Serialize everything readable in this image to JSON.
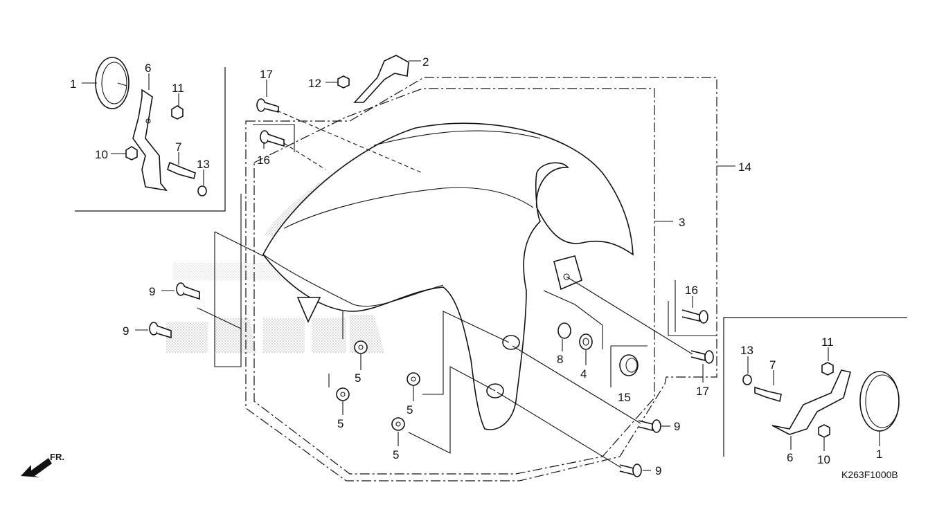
{
  "diagram": {
    "drawing_code": "K263F1000B",
    "direction_label": "FR.",
    "callouts": {
      "c1_left": "1",
      "c6_left": "6",
      "c11_left": "11",
      "c10_left": "10",
      "c7_left": "7",
      "c13_left": "13",
      "c17_top": "17",
      "c16_top": "16",
      "c12": "12",
      "c2": "2",
      "c14": "14",
      "c3": "3",
      "c9_a": "9",
      "c9_b": "9",
      "c5_a": "5",
      "c5_b": "5",
      "c5_c": "5",
      "c5_d": "5",
      "c8": "8",
      "c4": "4",
      "c15": "15",
      "c16_right": "16",
      "c17_right": "17",
      "c9_c": "9",
      "c9_d": "9",
      "c13_right": "13",
      "c7_right": "7",
      "c11_right": "11",
      "c6_right": "6",
      "c10_right": "10",
      "c1_right": "1"
    }
  }
}
